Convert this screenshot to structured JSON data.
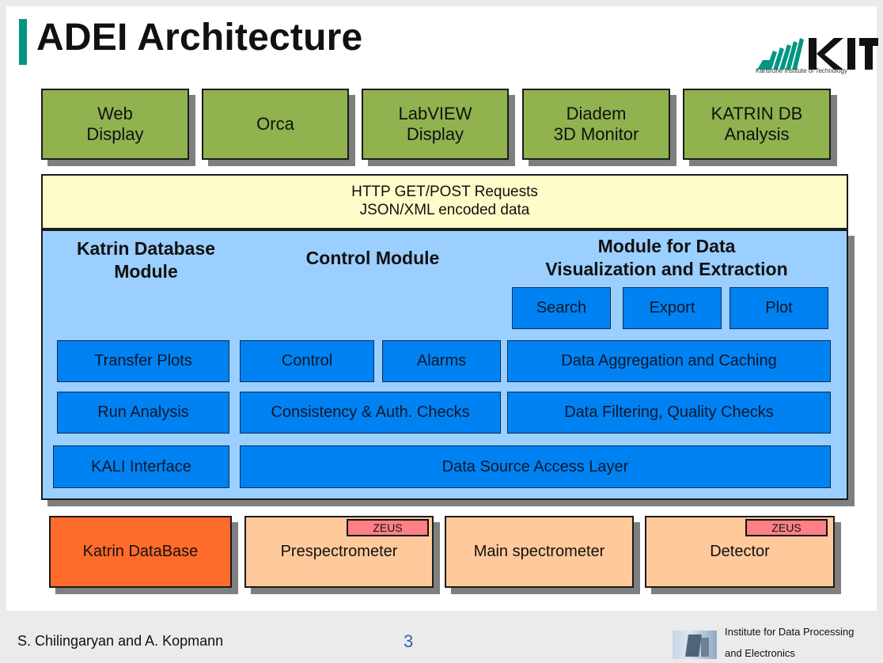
{
  "title": "ADEI Architecture",
  "logo": {
    "name": "KIT",
    "subtitle": "Karlsruhe Institute of Technology"
  },
  "top_apps": [
    "Web\nDisplay",
    "Orca",
    "LabVIEW\nDisplay",
    "Diadem\n3D Monitor",
    "KATRIN DB\nAnalysis"
  ],
  "request_band": {
    "line1": "HTTP GET/POST Requests",
    "line2": "JSON/XML encoded data"
  },
  "modules": {
    "katrin_database": "Katrin Database\nModule",
    "control": "Control Module",
    "visualization": "Module for Data\nVisualization and Extraction"
  },
  "buttons": {
    "search": "Search",
    "export": "Export",
    "plot": "Plot",
    "transfer_plots": "Transfer Plots",
    "control": "Control",
    "alarms": "Alarms",
    "data_aggregation_and_caching": "Data Aggregation and Caching",
    "run_analysis": "Run Analysis",
    "consistency_auth_checks": "Consistency & Auth. Checks",
    "data_filtering_quality_checks": "Data Filtering, Quality Checks",
    "kali_interface": "KALI Interface",
    "data_source_access_layer": "Data Source Access Layer"
  },
  "sources": {
    "katrin_database": "Katrin DataBase",
    "prespectrometer": "Prespectrometer",
    "main_spectrometer": "Main spectrometer",
    "detector": "Detector",
    "zeus": "ZEUS"
  },
  "footer": {
    "authors": "S. Chilingaryan and A. Kopmann",
    "page_number": "3",
    "institute_line1": "Institute for Data Processing",
    "institute_line2": "and Electronics"
  },
  "colors": {
    "title_accent": "#009682",
    "app_green": "#90b24f",
    "request_yellow": "#fefcc8",
    "module_blue_bg": "#9bcfff",
    "button_blue": "#0082f2",
    "katrin_orange": "#ff6b2a",
    "source_peach": "#ffc99c",
    "zeus_pink": "#ff7f86",
    "page_number_blue": "#2f63b5"
  }
}
